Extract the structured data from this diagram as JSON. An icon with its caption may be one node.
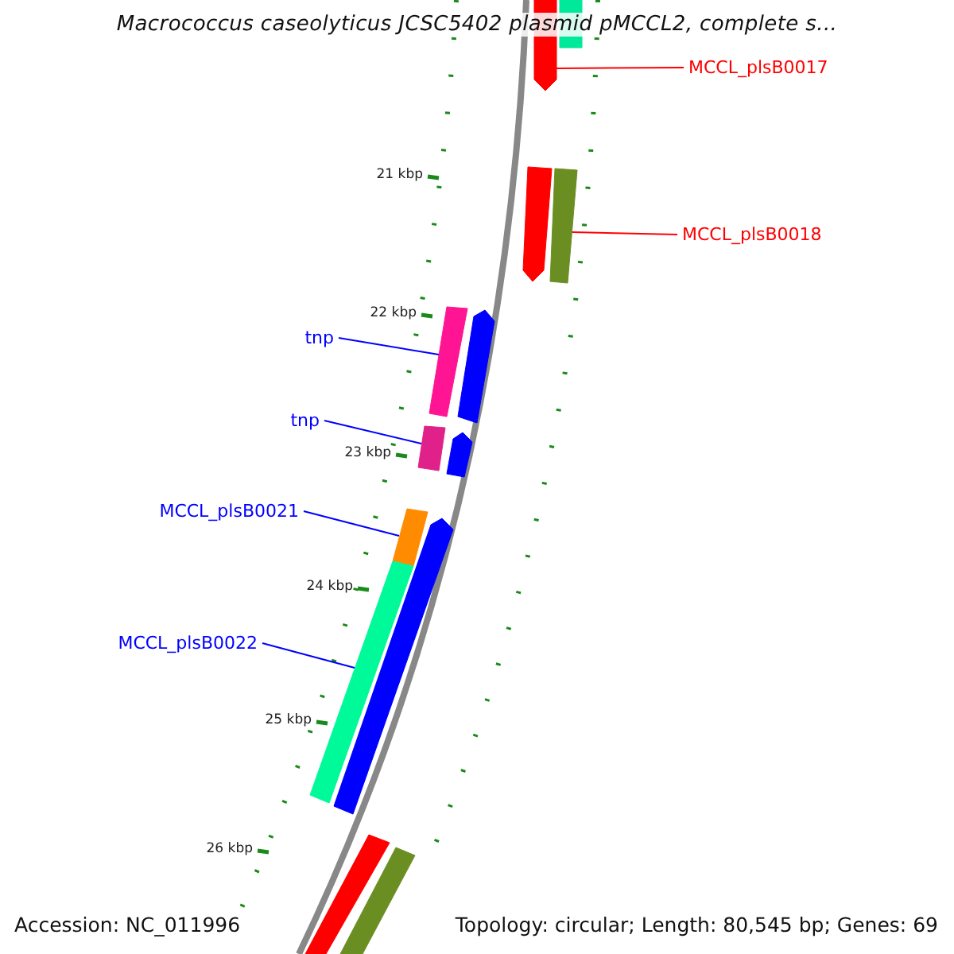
{
  "diagram": {
    "title": "Macrococcus caseolyticus JCSC5402 plasmid pMCCL2, complete s...",
    "nodes": [
      {
        "text": [
          "MCCL_plsB0017"
        ]
      },
      {
        "text": [],
        "shape": "bar"
      },
      {
        "text": [
          "MCCL_plsB0018"
        ]
      },
      {
        "text": [],
        "shape": "bar"
      },
      {
        "text": [
          "tnp"
        ]
      },
      {
        "text": [],
        "shape": "bar"
      },
      {
        "text": [
          "tnp"
        ]
      },
      {
        "text": [],
        "shape": "bar"
      },
      {
        "text": [
          "MCCL_plsB0021"
        ]
      },
      {
        "text": [],
        "shape": "bar"
      },
      {
        "text": [
          "MCCL_plsB0022"
        ]
      },
      {
        "text": [],
        "shape": "bar"
      },
      {
        "text": [],
        "shape": "bar"
      },
      {
        "text": [],
        "shape": "bar"
      },
      {
        "text": [],
        "shape": "bar"
      },
      {
        "text": [],
        "shape": "bar"
      },
      {
        "text": [],
        "shape": "bar"
      },
      {
        "text": [],
        "shape": "bar"
      },
      {
        "text": [],
        "shape": "bar"
      }
    ],
    "edges": [
      {
        "from": 0,
        "to": 1,
        "arrow": "none",
        "color": "#ff0000"
      },
      {
        "from": 2,
        "to": 3,
        "arrow": "none",
        "color": "#ff0000"
      },
      {
        "from": 4,
        "to": 5,
        "arrow": "none"
      },
      {
        "from": 6,
        "to": 7,
        "arrow": "none"
      },
      {
        "from": 8,
        "to": 9,
        "arrow": "none"
      },
      {
        "from": 10,
        "to": 11,
        "arrow": "none"
      }
    ],
    "labels": [
      "21 kbp",
      "22 kbp",
      "23 kbp",
      "24 kbp",
      "25 kbp",
      "26 kbp",
      "Accession: NC_011996",
      "Topology: circular; Length: 80,545 bp; Genes: 69"
    ]
  }
}
